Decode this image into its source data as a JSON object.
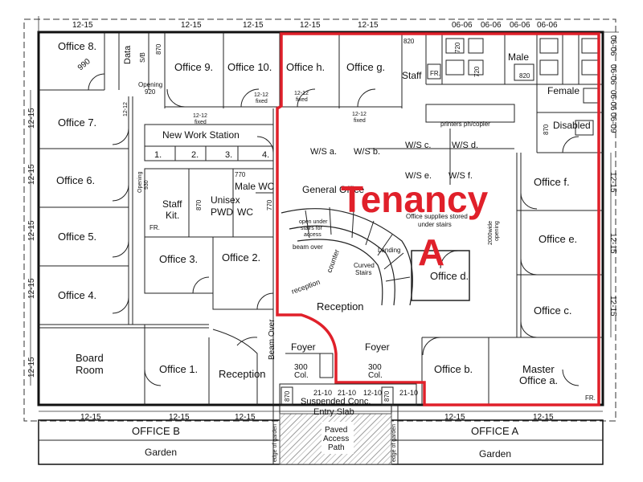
{
  "plan": {
    "tenancy_label": "Tenancy",
    "tenancy_letter": "A",
    "colors": {
      "tenancy": "#e0202a",
      "line": "#111111",
      "paving": "#9a9a9a"
    },
    "rooms": {
      "office_8": "Office 8.",
      "data": "Data",
      "office_9": "Office 9.",
      "office_10": "Office 10.",
      "office_h": "Office h.",
      "office_g": "Office g.",
      "staff_top": "Staff",
      "male": "Male",
      "female": "Female",
      "disabled": "Disabled",
      "office_7": "Office 7.",
      "new_work_station": "New Work Station",
      "office_6": "Office 6.",
      "office_5": "Office 5.",
      "office_4": "Office 4.",
      "staff_kit_1": "Staff",
      "staff_kit_2": "Kit.",
      "unisex": "Unisex",
      "pwd": "PWD",
      "wc": "WC",
      "male_wc": "Male WC",
      "office_3": "Office 3.",
      "office_2": "Office 2.",
      "general_office": "General Office",
      "office_f": "Office f.",
      "office_e": "Office e.",
      "office_d": "Office d.",
      "office_c": "Office c.",
      "board_room_1": "Board",
      "board_room_2": "Room",
      "office_1": "Office 1.",
      "reception_left": "Reception",
      "reception_center": "Reception",
      "foyer_left": "Foyer",
      "foyer_right": "Foyer",
      "office_b": "Office b.",
      "master_office_1": "Master",
      "master_office_2": "Office a."
    },
    "workstations": {
      "ws_a": "W/S a.",
      "ws_b": "W/S b.",
      "ws_c": "W/S c.",
      "ws_d": "W/S d.",
      "ws_e": "W/S e.",
      "ws_f": "W/S f."
    },
    "station_numbers": [
      "1.",
      "2.",
      "3.",
      "4."
    ],
    "notes": {
      "printers": "printers ph/copier",
      "supplies_1": "Office supplies stored",
      "supplies_2": "under stairs",
      "opening_2000_1": "2000wide",
      "opening_2000_2": "opening",
      "open_under_1": "open under",
      "open_under_2": "stairs for",
      "open_under_3": "access",
      "beam_over": "Beam Over",
      "beam_over_short": "beam over",
      "counter": "counter",
      "reception_curve": "reception",
      "landing": "Landing",
      "curved_1": "Curved",
      "curved_2": "Stairs",
      "col_300": "300",
      "col_label": "Col.",
      "suspended": "Suspended Conc.",
      "entry_slab": "Entry Slab",
      "paved_1": "Paved",
      "paved_2": "Access",
      "paved_3": "Path",
      "edge_garden": "edge of garden",
      "opening_920_1": "Opening",
      "opening_920_2": "920",
      "opening_930_1": "Opening",
      "opening_930_2": "930",
      "fixed_12_12_1": "12-12",
      "fixed_12_12_2": "fixed",
      "dim_990": "990",
      "d870": "870",
      "d820": "820",
      "d720": "720",
      "d770": "770",
      "sb": "S/B",
      "fr": "FR."
    },
    "dims": {
      "d1215": "12-15",
      "d1210": "12-10",
      "d2110": "21-10",
      "d0606": "06-06",
      "d0609": "06-09"
    },
    "bottom": {
      "office_b": "OFFICE B",
      "office_a": "OFFICE A",
      "garden_left": "Garden",
      "garden_right": "Garden"
    }
  }
}
